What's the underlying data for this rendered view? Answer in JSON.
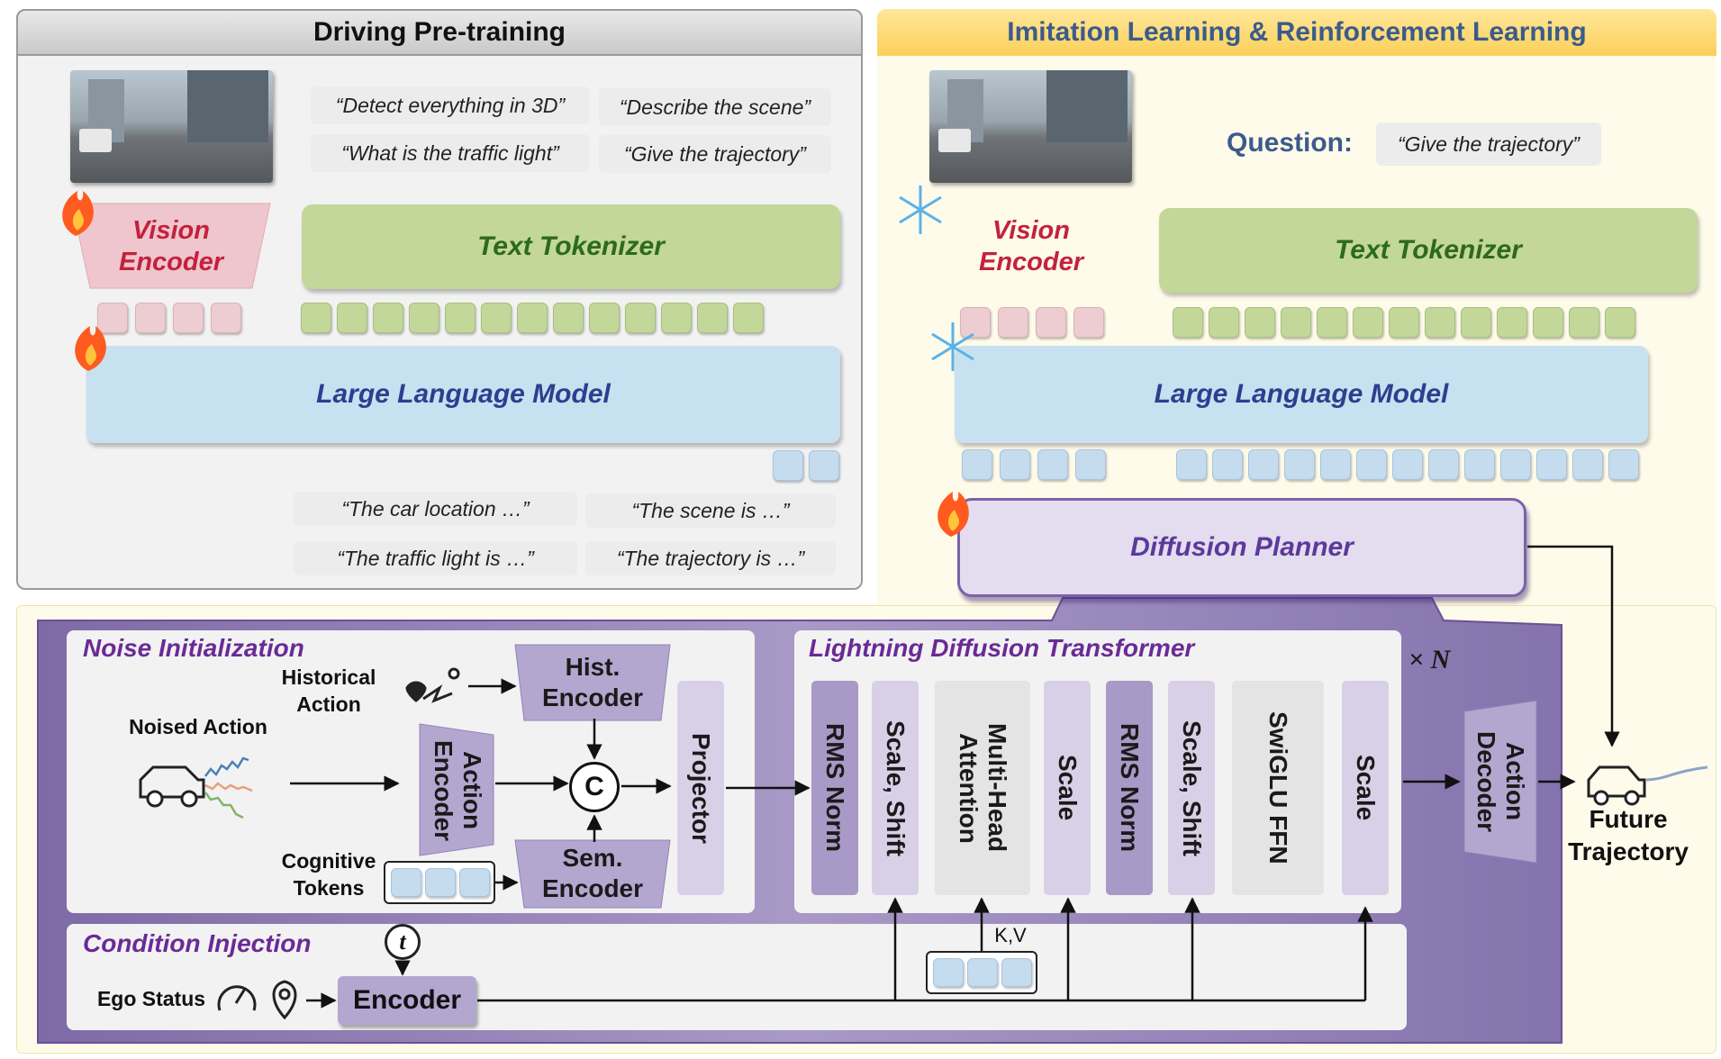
{
  "pretrain": {
    "title": "Driving Pre-training",
    "prompts": [
      "“Detect everything in 3D”",
      "“Describe the scene”",
      "“What is the traffic light”",
      "“Give the trajectory”"
    ],
    "vision_encoder": "Vision Encoder",
    "text_tokenizer": "Text Tokenizer",
    "llm": "Large Language Model",
    "outputs": [
      "“The car location …”",
      "“The scene is  …”",
      "“The traffic light is …”",
      "“The trajectory is …”"
    ]
  },
  "il_rl": {
    "title": "Imitation Learning & Reinforcement Learning",
    "question_label": "Question:",
    "question": "“Give the trajectory”",
    "vision_encoder": "Vision Encoder",
    "text_tokenizer": "Text Tokenizer",
    "llm": "Large Language Model",
    "diffusion_planner": "Diffusion Planner"
  },
  "detail": {
    "noise_init_title": "Noise Initialization",
    "historical_action": "Historical Action",
    "noised_action": "Noised Action",
    "hist_encoder": "Hist. Encoder",
    "action_encoder": "Action Encoder",
    "concat": "C",
    "sem_encoder": "Sem. Encoder",
    "cognitive_tokens": "Cognitive Tokens",
    "projector": "Projector",
    "ldt_title": "Lightning Diffusion Transformer",
    "repeat": "× N",
    "ldt_blocks": [
      "RMS Norm",
      "Scale, Shift",
      "Multi-Head Attention",
      "Scale",
      "RMS Norm",
      "Scale, Shift",
      "SwiGLU FFN",
      "Scale"
    ],
    "kv": "K,V",
    "action_decoder": "Action Decoder",
    "future_trajectory": "Future Trajectory",
    "condition_title": "Condition Injection",
    "time_symbol": "t",
    "ego_status": "Ego Status",
    "encoder": "Encoder"
  },
  "colors": {
    "purple_dark": "#8c7bb3",
    "purple_light": "#d8d0e6",
    "pink": "#efc6cd",
    "green": "#c3d79b",
    "blue": "#c5dcef",
    "flame": "#ff5a1f",
    "snow": "#5ab2e8"
  }
}
